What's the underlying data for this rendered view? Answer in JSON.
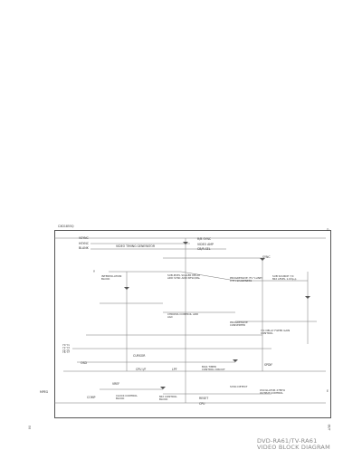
{
  "diagram": {
    "chip_label": "CXD1855Q",
    "caption_model": "DVD-RA61/TV-RA61",
    "caption_title": "VIDEO BLOCK DIAGRAM",
    "left_edge_label": "IN",
    "right_edge_label": "OUT",
    "sides": {
      "top_right": "D",
      "right_mid": "E"
    },
    "blocks": [
      {
        "id": "vsync_in",
        "label": "VSYNC"
      },
      {
        "id": "hsync_in",
        "label": "HSYNC"
      },
      {
        "id": "blank_in",
        "label": "BLANK"
      },
      {
        "id": "video_timing",
        "label": "VIDEO TIMING GENERATOR"
      },
      {
        "id": "bus_sel",
        "label": "R/B SYNC"
      },
      {
        "id": "video_amp",
        "label": "VIDEO AMP"
      },
      {
        "id": "cr_sel",
        "label": "CB/R-SEL"
      },
      {
        "id": "out_a",
        "label": "SYNC"
      },
      {
        "id": "y_in",
        "label": "Y"
      },
      {
        "id": "interp",
        "label": "INTERPOLATION BLOCK"
      },
      {
        "id": "gen_block",
        "label": "SUB-PIXEL SCALER DELAY ADD SYNC ADD NTSC/PAL"
      },
      {
        "id": "prog",
        "label": "PROGRESSIVE (TV Y-LINE) 0.5H SHARPNESS"
      },
      {
        "id": "sub_source",
        "label": "SUB SOURCE Y/C MIX LEVEL 1.0Vp-p"
      },
      {
        "id": "chroma",
        "label": "CHROMA CONTROL ADD AGC"
      },
      {
        "id": "prog2",
        "label": "PROGRESSIVE CONVERTER"
      },
      {
        "id": "ycd_filter",
        "label": "Y/C DELAY FILTER GAIN CONTROL"
      },
      {
        "id": "yc_pins",
        "label": "Y0 Y1 Y2 Y3 Y4 Y5 Y6 Y7"
      },
      {
        "id": "osd",
        "label": "OSD"
      },
      {
        "id": "cursor",
        "label": "CURSOR"
      },
      {
        "id": "cpu_if",
        "label": "CPU I/F"
      },
      {
        "id": "lpp",
        "label": "LPF"
      },
      {
        "id": "bias_timer",
        "label": "BIAS TIMER CONTROL CIRCUIT"
      },
      {
        "id": "spdif",
        "label": "SPDIF"
      },
      {
        "id": "sync_det",
        "label": "SYNC DETECT"
      },
      {
        "id": "vreg",
        "label": "VREF"
      },
      {
        "id": "mpeg_in",
        "label": "MPEG"
      },
      {
        "id": "comp",
        "label": "COMP"
      },
      {
        "id": "clock",
        "label": "CLOCK CONTROL BLOCK"
      },
      {
        "id": "mix",
        "label": "MIX CONTROL BLOCK"
      },
      {
        "id": "reset",
        "label": "RESET"
      },
      {
        "id": "cpu2",
        "label": "CPU"
      },
      {
        "id": "osc",
        "label": "OSCILLATOR 27MHz OUTPUT CONTROL"
      }
    ]
  }
}
